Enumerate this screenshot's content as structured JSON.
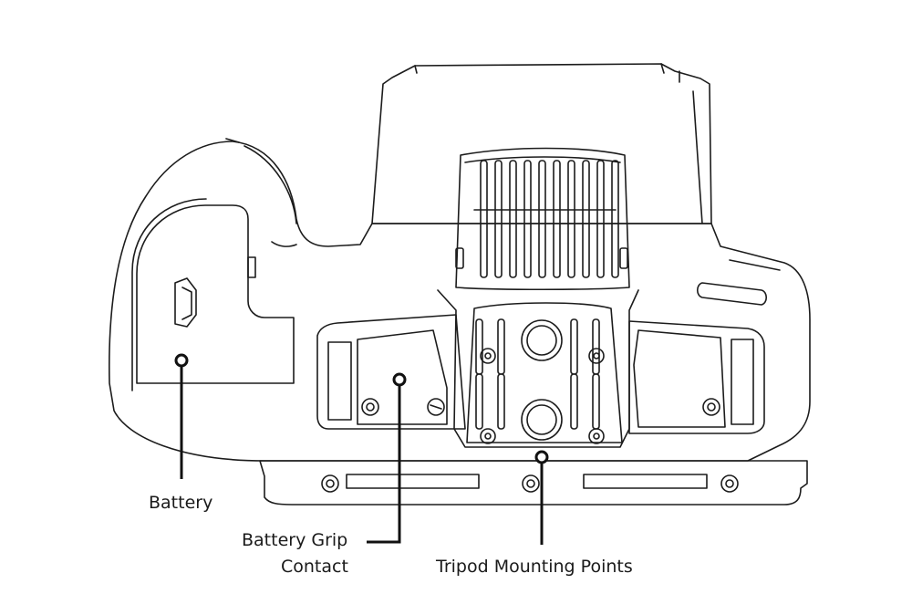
{
  "labels": {
    "battery": "Battery",
    "battery_grip_contact_line1": "Battery Grip",
    "battery_grip_contact_line2": "Contact",
    "tripod_mounting_points": "Tripod Mounting Points"
  },
  "colors": {
    "body": "#d9d9d9",
    "outline": "#1c1c1c",
    "background": "#ffffff"
  }
}
